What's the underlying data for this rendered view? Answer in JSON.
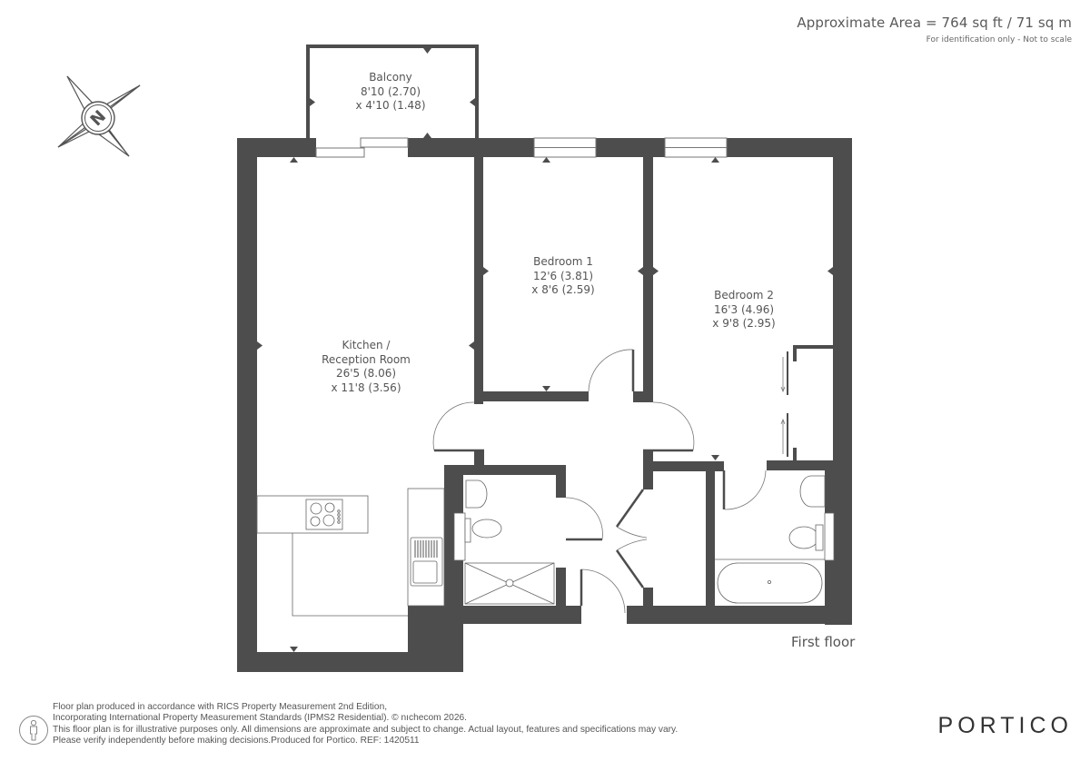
{
  "header": {
    "area": "Approximate Area = 764 sq ft / 71 sq m",
    "disclaimer": "For identification only - Not to scale"
  },
  "compass": {
    "label": "N",
    "icon": "compass-north-icon"
  },
  "rooms": {
    "balcony": {
      "name": "Balcony",
      "dim1": "8'10 (2.70)",
      "dim2": "x 4'10 (1.48)"
    },
    "bedroom1": {
      "name": "Bedroom 1",
      "dim1": "12'6 (3.81)",
      "dim2": "x 8'6 (2.59)"
    },
    "bedroom2": {
      "name": "Bedroom 2",
      "dim1": "16'3 (4.96)",
      "dim2": "x 9'8 (2.95)"
    },
    "kitchen": {
      "name1": "Kitchen /",
      "name2": "Reception Room",
      "dim1": "26'5 (8.06)",
      "dim2": "x 11'8 (3.56)"
    }
  },
  "floor": {
    "label": "First floor"
  },
  "footer": {
    "line1": "Floor plan produced in accordance with RICS Property Measurement 2nd Edition,",
    "line2": "Incorporating International Property Measurement Standards (IPMS2 Residential).   © nıchecom 2026.",
    "line3": "This floor plan is for illustrative purposes only. All dimensions are approximate and subject to change. Actual layout, features and specifications may vary.",
    "line4": "Please verify independently before making decisions.Produced for Portico.   REF:  1420511"
  },
  "brand": {
    "name": "PORTICO"
  },
  "colors": {
    "wall": "#4d4d4d",
    "text": "#555555",
    "fixture": "#666666"
  }
}
